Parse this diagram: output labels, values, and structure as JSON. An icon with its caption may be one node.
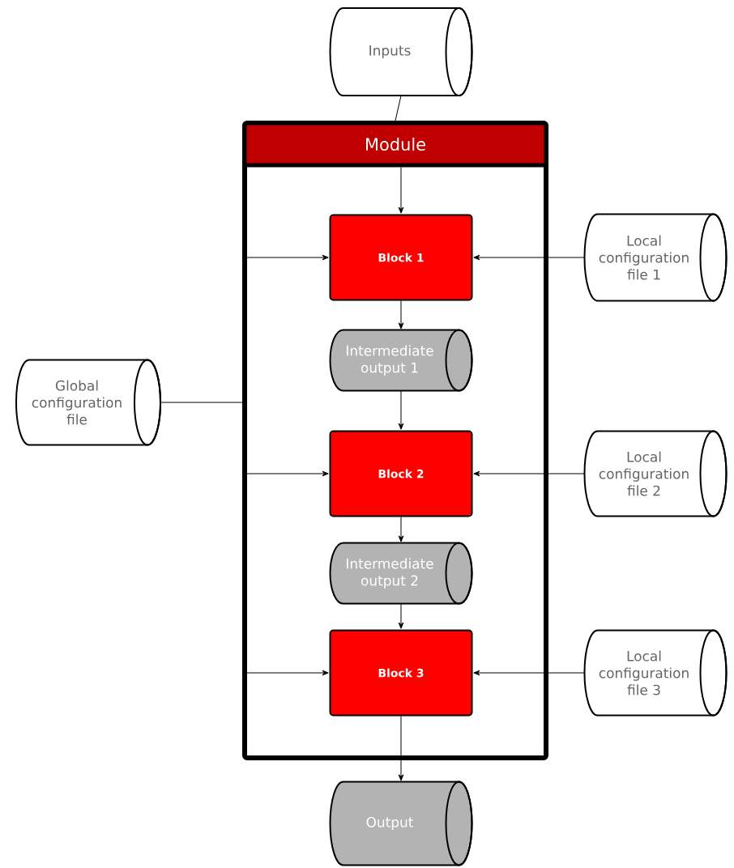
{
  "diagram": {
    "nodes": [
      {
        "text": [
          "Inputs"
        ]
      },
      {
        "text": [
          "Module"
        ]
      },
      {
        "text": [
          "Block 1"
        ],
        "in": 1
      },
      {
        "text": [
          "Local configuration file 1"
        ]
      },
      {
        "text": [
          "Intermediate output 1"
        ],
        "in": 1
      },
      {
        "text": [
          "Global configuration file"
        ]
      },
      {
        "text": [
          "Block 2"
        ],
        "in": 1
      },
      {
        "text": [
          "Local configuration file 2"
        ]
      },
      {
        "text": [
          "Intermediate output 2"
        ],
        "in": 1
      },
      {
        "text": [
          "Block 3"
        ],
        "in": 1
      },
      {
        "text": [
          "Local configuration file 3"
        ]
      },
      {
        "text": [
          "Output"
        ]
      }
    ],
    "edges": [
      {
        "from": 0,
        "to": 1,
        "arrow": "none"
      },
      {
        "from": 1,
        "to": 2,
        "arrow": "to"
      },
      {
        "from": 1,
        "to": 2,
        "arrow": "to"
      },
      {
        "from": 3,
        "to": 2,
        "arrow": "to"
      },
      {
        "from": 2,
        "to": 4,
        "arrow": "to"
      },
      {
        "from": 5,
        "to": 1,
        "arrow": "none"
      },
      {
        "from": 4,
        "to": 6,
        "arrow": "to"
      },
      {
        "from": 1,
        "to": 6,
        "arrow": "to"
      },
      {
        "from": 7,
        "to": 6,
        "arrow": "to"
      },
      {
        "from": 6,
        "to": 8,
        "arrow": "to"
      },
      {
        "from": 8,
        "to": 9,
        "arrow": "to"
      },
      {
        "from": 1,
        "to": 9,
        "arrow": "to"
      },
      {
        "from": 10,
        "to": 9,
        "arrow": "to"
      },
      {
        "from": 9,
        "to": 11,
        "arrow": "to"
      }
    ]
  }
}
